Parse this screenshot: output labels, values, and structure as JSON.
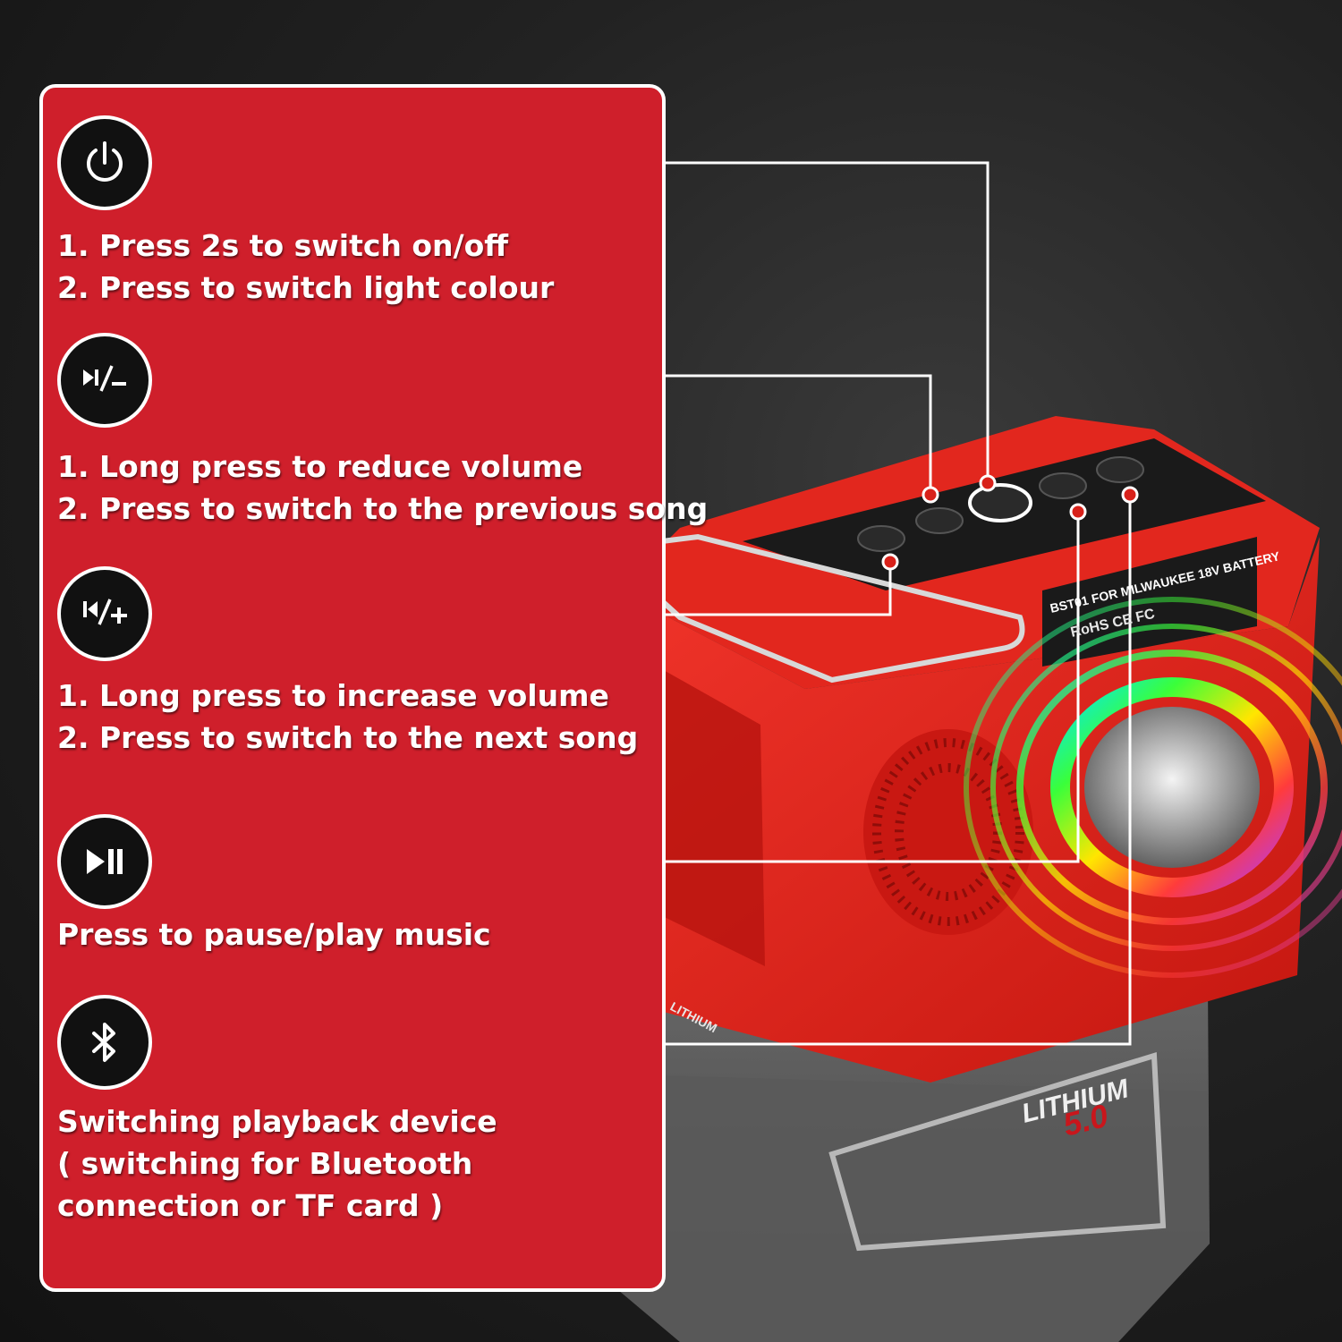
{
  "features": [
    {
      "icon": "power-icon",
      "lines": [
        "1. Press 2s to switch on/off",
        "2. Press to switch light colour"
      ]
    },
    {
      "icon": "play-minus-icon",
      "lines": [
        "1. Long press to reduce volume",
        "2. Press to switch to the previous song"
      ]
    },
    {
      "icon": "prev-plus-icon",
      "lines": [
        "1. Long press to increase volume",
        "2. Press to switch to the next song"
      ]
    },
    {
      "icon": "play-pause-icon",
      "lines": [
        "Press to pause/play music"
      ]
    },
    {
      "icon": "bluetooth-icon",
      "lines": [
        "Switching playback device",
        "( switching for Bluetooth",
        "connection or TF card )"
      ]
    }
  ],
  "device": {
    "label_line1": "BST01 FOR MILWAUKEE 18V BATTERY",
    "label_line2": "RoHS  CE  FC",
    "battery_label": "LITHIUM",
    "battery_capacity": "5.0",
    "battery_small_label": "LITHIUM"
  },
  "colors": {
    "panel_red": "#cf1f2b",
    "device_red": "#e8241f",
    "battery_gray": "#6b6b6b",
    "line_white": "#ffffff"
  }
}
